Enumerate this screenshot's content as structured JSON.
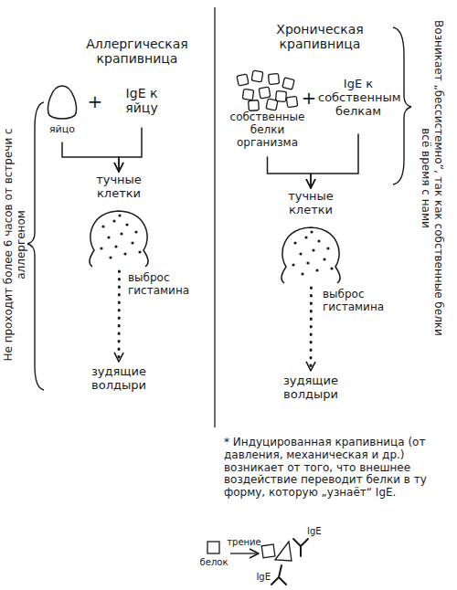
{
  "diagram": {
    "nodes": [
      {
        "text": [
          "яйцо"
        ]
      },
      {
        "text": [
          "IgE к яйцу"
        ]
      },
      {
        "text": [
          "тучные клетки",
          "выброс гистамина"
        ]
      },
      {
        "text": [
          "зудящие волдыри"
        ]
      },
      {
        "text": [
          "собственные белки организма"
        ]
      },
      {
        "text": [
          "IgE к собственным белкам"
        ]
      },
      {
        "text": [
          "тучные клетки",
          "выброс гистамина"
        ]
      },
      {
        "text": [
          "зудящие волдыри"
        ]
      },
      {
        "text": [
          "белок"
        ]
      }
    ],
    "edges": [
      {
        "from": 0,
        "to": 2,
        "arrow": "to"
      },
      {
        "from": 1,
        "to": 2,
        "arrow": "to"
      },
      {
        "from": 2,
        "to": 3,
        "arrow": "to"
      },
      {
        "from": 4,
        "to": 6,
        "arrow": "to"
      },
      {
        "from": 5,
        "to": 6,
        "arrow": "to"
      },
      {
        "from": 6,
        "to": 7,
        "arrow": "to"
      }
    ],
    "labels": [
      "Аллергическая крапивница",
      "+",
      "Не проходит более 6 часов от встречи с аллергеном",
      "Хроническая крапивница",
      "+",
      "Возникает „бессистемно“, так как собственные белки всё время с нами",
      "* Индуцированная крапивница (от давления, механическая и др.) возникает от того, что внешнее воздействие переводит белки в ту форму, которую „узнаёт“ IgE.",
      "трение",
      "IgE",
      "IgE"
    ]
  }
}
